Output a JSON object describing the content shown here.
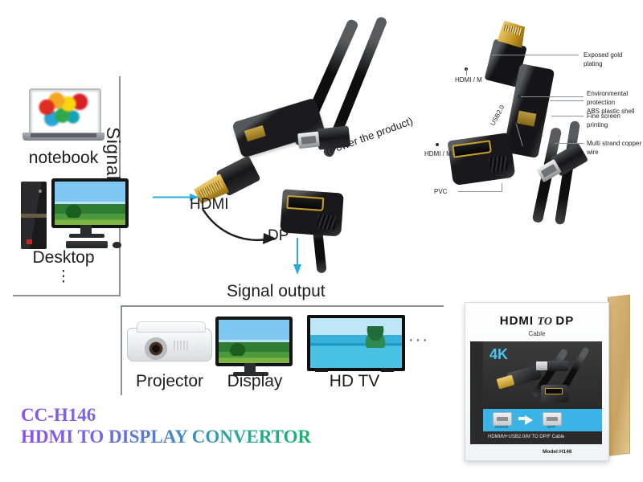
{
  "meta": {
    "kind": "product-infographic",
    "product_code": "CC-H146",
    "product_title": "HDMI TO DISPLAY CONVERTOR"
  },
  "colors": {
    "arrow_blue": "#29abe2",
    "frame_gray": "#8d9196",
    "band_blue": "#3cb3e6",
    "gradient_start": "#8b4ff0",
    "gradient_mid": "#4f7fd4",
    "gradient_end": "#17b26a",
    "gold": "#c79a27"
  },
  "diagram": {
    "input_section_label": "Signal input",
    "output_section_label": "Signal output",
    "input_devices": [
      {
        "name": "notebook",
        "icon": "laptop-icon"
      },
      {
        "name": "Desktop",
        "icon": "desktop-computer-icon"
      }
    ],
    "input_more_indicator": "⋮",
    "output_devices": [
      {
        "name": "Projector",
        "icon": "projector-icon"
      },
      {
        "name": "Display",
        "icon": "monitor-icon"
      },
      {
        "name": "HD TV",
        "icon": "tv-icon"
      }
    ],
    "output_more_indicator": "···",
    "connector_in_label": "HDMI",
    "connector_out_label": "DP",
    "power_note": "(Power the product)"
  },
  "callouts": {
    "left_side": [
      {
        "label": "HDMI / M",
        "target": "hdmi-male-connector-top"
      },
      {
        "label": "USB2.0",
        "target": "usb-power-cable"
      },
      {
        "label": "HDMI / M",
        "target": "displayport-female-connector"
      },
      {
        "label": "PVC",
        "target": "cable-jacket"
      }
    ],
    "right_side": [
      {
        "label": "Exposed gold plating",
        "target": "gold-plated-contacts"
      },
      {
        "label": "Environmental protection\nABS plastic shell",
        "target": "abs-shell"
      },
      {
        "label": "Fine screen printing",
        "target": "screen-print"
      },
      {
        "label": "Multi strand copper wire",
        "target": "copper-wire"
      }
    ]
  },
  "package": {
    "title_left": "HDMI",
    "title_to": "TO",
    "title_right": "DP",
    "subtitle": "Cable",
    "resolution_badge": "4K",
    "port_from": "HDMI/M",
    "port_to": "DP/F",
    "description": "HDMI/M+USB2.0/M TO DP/F Cable",
    "model": "Model:H146"
  },
  "footer": {
    "code": "CC-H146",
    "title": "HDMI TO DISPLAY CONVERTOR"
  }
}
